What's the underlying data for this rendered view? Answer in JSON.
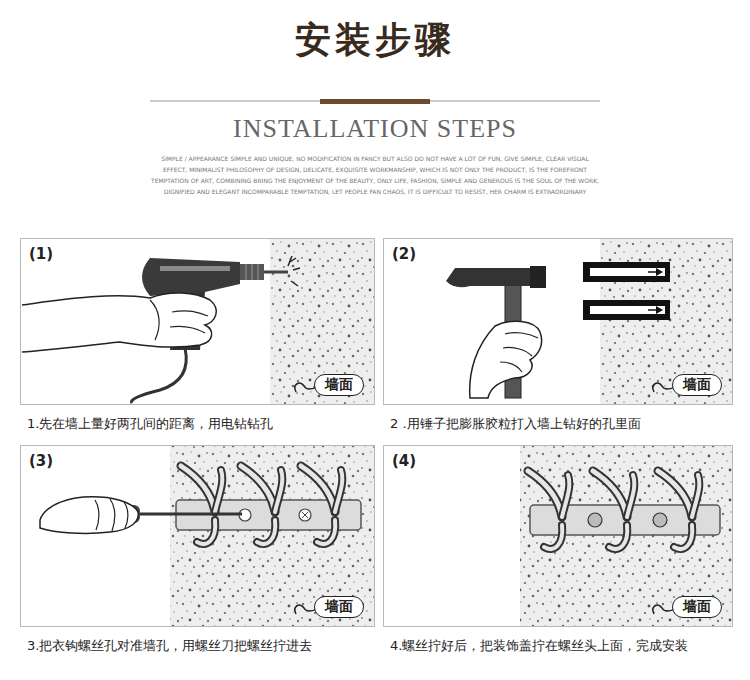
{
  "diagram": {
    "title": "安装步骤",
    "nodes": [
      {
        "text": [
          "(1)",
          "墙面",
          "1.先在墙上量好两孔间的距离，用电钻钻孔"
        ]
      },
      {
        "text": [
          "(2)",
          "墙面",
          "2 .用锤子把膨胀胶粒打入墙上钻好的孔里面"
        ]
      },
      {
        "text": [
          "(3)",
          "墙面",
          "3.把衣钩螺丝孔对准墙孔，用螺丝刀把螺丝拧进去"
        ]
      },
      {
        "text": [
          "(4)",
          "墙面",
          "4.螺丝拧好后，把装饰盖拧在螺丝头上面，完成安装"
        ]
      }
    ],
    "labels": [
      "INSTALLATION STEPS",
      "SIMPLE / APPEARANCE SIMPLE AND UNIQUE, NO MODIFICATION IN FANCY BUT ALSO DO NOT HAVE A LOT OF FUN, GIVE SIMPLE, CLEAR VISUAL EFFECT, MINIMALIST PHILOSOPHY OF DESIGN, DELICATE, EXQUISITE WORKMANSHIP, WHICH IS NOT ONLY THE PRODUCT, IS THE FOREFRONT TEMPTATION OF ART, COMBINING BRING THE ENJOYMENT OF THE BEAUTY, ONLY LIFE, FASHION, SIMPLE AND GENEROUS IS THE SOUL OF THE WORK, DIGNIFIED AND ELEGANT INCOMPARABLE TEMPTATION, LET PEOPLE FAN CHAOS, IT IS DIFFICULT TO RESIST, HER CHARM IS EXTRAORDINARY"
    ]
  }
}
